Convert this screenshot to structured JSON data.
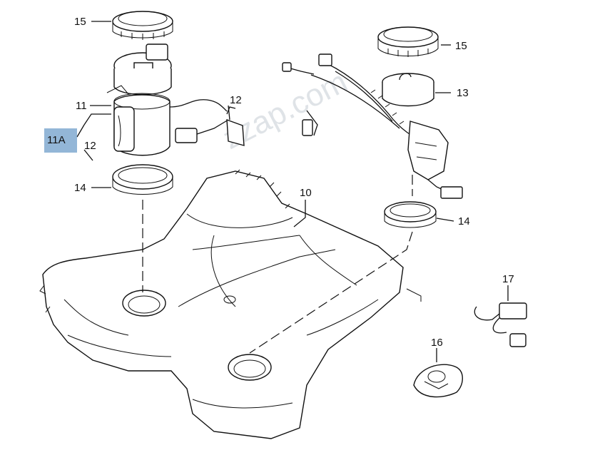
{
  "watermark": "zzap.com",
  "callouts": [
    {
      "id": "c15a",
      "text": "15"
    },
    {
      "id": "c11",
      "text": "11"
    },
    {
      "id": "c11A",
      "text": "11A"
    },
    {
      "id": "c12a",
      "text": "12"
    },
    {
      "id": "c12b",
      "text": "12"
    },
    {
      "id": "c14a",
      "text": "14"
    },
    {
      "id": "c10",
      "text": "10"
    },
    {
      "id": "c15b",
      "text": "15"
    },
    {
      "id": "c13",
      "text": "13"
    },
    {
      "id": "c14b",
      "text": "14"
    },
    {
      "id": "c17",
      "text": "17"
    },
    {
      "id": "c16",
      "text": "16"
    }
  ],
  "highlight_color": "#6f9ec9"
}
